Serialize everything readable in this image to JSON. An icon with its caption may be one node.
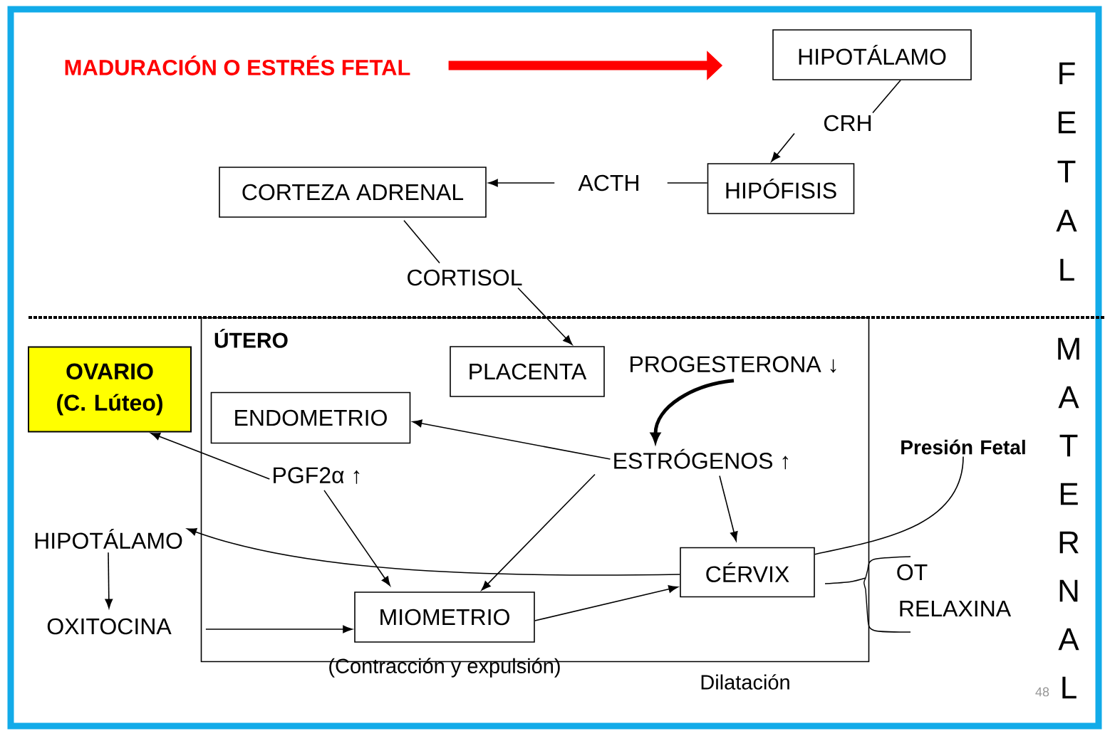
{
  "diagram": {
    "nodes": [
      {
        "text": [
          "MADURACIÓN O ESTRÉS FETAL"
        ]
      },
      {
        "text": [
          "HIPOTÁLAMO"
        ]
      },
      {
        "text": [
          "CRH"
        ]
      },
      {
        "text": [
          "CORTEZA ADRENAL"
        ]
      },
      {
        "text": [
          "ACTH"
        ]
      },
      {
        "text": [
          "HIPÓFISIS"
        ]
      },
      {
        "text": [
          "CORTISOL"
        ]
      },
      {
        "text": [
          "ÚTERO"
        ]
      },
      {
        "text": [
          "OVARIO (C. Lúteo)"
        ]
      },
      {
        "text": [
          "PLACENTA"
        ],
        "in": 7
      },
      {
        "text": [
          "PROGESTERONA ↓"
        ],
        "in": 7
      },
      {
        "text": [
          "ENDOMETRIO"
        ],
        "in": 7
      },
      {
        "text": [
          "ESTRÓGENOS ↑"
        ],
        "in": 7
      },
      {
        "text": [
          "PGF2α ↑"
        ],
        "in": 7
      },
      {
        "text": [
          "Presión Fetal"
        ]
      },
      {
        "text": [
          "HIPOTÁLAMO"
        ]
      },
      {
        "text": [
          "CÉRVIX"
        ],
        "in": 7,
        "beside": [
          "Dilatación"
        ]
      },
      {
        "text": [
          "OXITOCINA"
        ]
      },
      {
        "text": [
          "MIOMETRIO"
        ],
        "in": 7,
        "beside": [
          "(Contracción y expulsión)"
        ]
      }
    ],
    "edges": [
      {
        "from": 0,
        "to": 1,
        "arrow": "to",
        "style": "thick",
        "color": "#ff0000"
      },
      {
        "from": 1,
        "to": 2,
        "arrow": "none"
      },
      {
        "from": 2,
        "to": 5,
        "arrow": "to"
      },
      {
        "from": 5,
        "to": 4,
        "arrow": "none"
      },
      {
        "from": 4,
        "to": 3,
        "arrow": "to"
      },
      {
        "from": 3,
        "to": 6,
        "arrow": "none"
      },
      {
        "from": 6,
        "to": 9,
        "arrow": "to"
      },
      {
        "from": 10,
        "to": 12,
        "arrow": "to",
        "style": "thick"
      },
      {
        "from": 12,
        "to": 11,
        "arrow": "to"
      },
      {
        "from": 12,
        "to": 18,
        "arrow": "to"
      },
      {
        "from": 12,
        "to": 16,
        "arrow": "to"
      },
      {
        "from": 13,
        "to": 8,
        "arrow": "to"
      },
      {
        "from": 13,
        "to": 18,
        "arrow": "to"
      },
      {
        "from": 14,
        "to": 16,
        "arrow": "none"
      },
      {
        "from": 16,
        "to": 15,
        "arrow": "to"
      },
      {
        "from": 15,
        "to": 17,
        "arrow": "to"
      },
      {
        "from": 17,
        "to": 18,
        "arrow": "to"
      },
      {
        "from": 18,
        "to": 16,
        "arrow": "to"
      }
    ],
    "labels": [
      "F",
      "E",
      "T",
      "A",
      "L",
      "M",
      "A",
      "T",
      "E",
      "R",
      "N",
      "A",
      "L",
      "OT",
      "RELAXINA",
      "48"
    ]
  }
}
